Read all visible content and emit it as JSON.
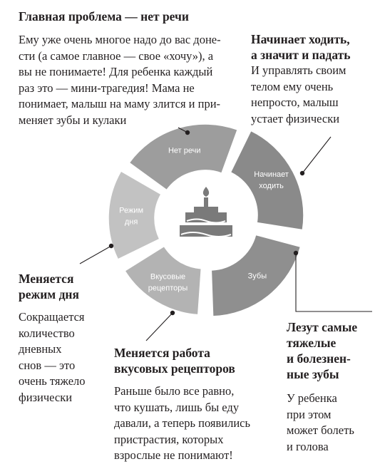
{
  "blocks": {
    "main_problem": {
      "title": "Главная проблема — нет речи",
      "lines": [
        "Ему уже очень многое надо до вас доне-",
        "сти (а самое главное — свое «хочу»), а",
        "вы не понимаете! Для ребенка каждый",
        "раз это — мини-трагедия! Мама не",
        "понимает, малыш на маму злится и при-",
        "меняет зубы и кулаки"
      ]
    },
    "walking": {
      "title_lines": [
        "Начинает ходить,",
        "а значит и падать"
      ],
      "lines": [
        "И управлять своим",
        "телом ему очень",
        "непросто, малыш",
        "устает физически"
      ]
    },
    "routine": {
      "title_lines": [
        "Меняется",
        "режим дня"
      ],
      "lines": [
        "Сокращается",
        "количество",
        "дневных",
        "снов — это",
        "очень тяжело",
        "физически"
      ]
    },
    "taste": {
      "title_lines": [
        "Меняется работа",
        "вкусовых рецепторов"
      ],
      "lines": [
        "Раньше было все равно,",
        "что кушать, лишь бы еду",
        "давали, а теперь появились",
        "пристрастия, которых",
        "взрослые не понимают!"
      ]
    },
    "teeth": {
      "title_lines": [
        "Лезут самые",
        "тяжелые",
        "и болезнен-",
        "ные зубы"
      ],
      "lines": [
        "У ребенка",
        "при этом",
        "может болеть",
        "и голова"
      ]
    }
  },
  "segments": {
    "no_speech": [
      "Нет речи"
    ],
    "walking": [
      "Начинает",
      "ходить"
    ],
    "teeth": [
      "Зубы"
    ],
    "taste": [
      "Вкусовые",
      "рецепторы"
    ],
    "routine": [
      "Режим",
      "дня"
    ]
  },
  "colors": {
    "text": "#231f20",
    "seg_no_speech": "#9d9d9d",
    "seg_walking": "#8a8a8a",
    "seg_teeth": "#8f8f8f",
    "seg_taste": "#b3b3b3",
    "seg_routine": "#c2c2c2",
    "hub": "#ffffff",
    "cake": "#7a7a7a"
  }
}
